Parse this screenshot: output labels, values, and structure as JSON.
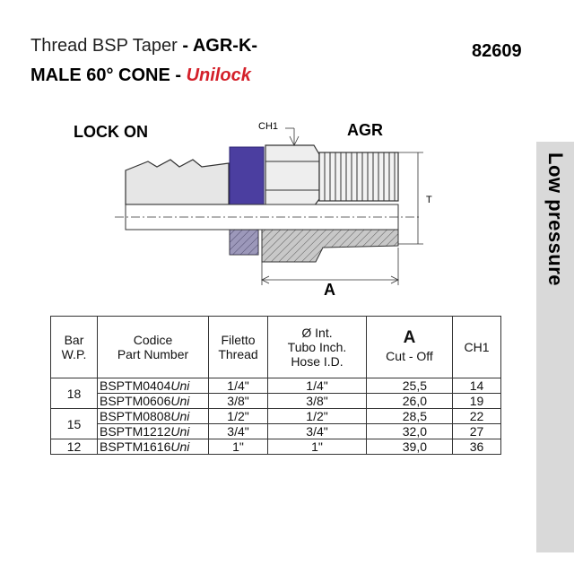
{
  "header": {
    "title_prefix": "Thread BSP Taper",
    "title_code": "- AGR-K-",
    "subtitle_main": "MALE 60° CONE -",
    "subtitle_accent": "Unilock",
    "product_number": "82609"
  },
  "side_tab": {
    "label": "Low pressure"
  },
  "drawing": {
    "lock_on_label": "LOCK ON",
    "agr_label": "AGR",
    "ch1_label": "CH1",
    "t_label": "T",
    "a_label": "A",
    "colors": {
      "ring": "#4b3ea0",
      "body": "#bdbdbd",
      "outline": "#333333"
    }
  },
  "table": {
    "headers": {
      "bar": [
        "Bar",
        "W.P."
      ],
      "code": [
        "Codice",
        "Part Number"
      ],
      "thread": [
        "Filetto",
        "Thread"
      ],
      "hose": [
        "Ø Int.",
        "Tubo Inch.",
        "Hose I.D."
      ],
      "a_big": "A",
      "a_sub": "Cut - Off",
      "ch1": "CH1"
    },
    "rows": [
      {
        "bar": "18",
        "pn": "BSPTM0404",
        "uni": "Uni",
        "thread": "1/4\"",
        "hose": "1/4\"",
        "a": "25,5",
        "ch1": "14"
      },
      {
        "bar": "",
        "pn": "BSPTM0606",
        "uni": "Uni",
        "thread": "3/8\"",
        "hose": "3/8\"",
        "a": "26,0",
        "ch1": "19"
      },
      {
        "bar": "15",
        "pn": "BSPTM0808",
        "uni": "Uni",
        "thread": "1/2\"",
        "hose": "1/2\"",
        "a": "28,5",
        "ch1": "22"
      },
      {
        "bar": "",
        "pn": "BSPTM1212",
        "uni": "Uni",
        "thread": "3/4\"",
        "hose": "3/4\"",
        "a": "32,0",
        "ch1": "27"
      },
      {
        "bar": "12",
        "pn": "BSPTM1616",
        "uni": "Uni",
        "thread": "1\"",
        "hose": "1\"",
        "a": "39,0",
        "ch1": "36"
      }
    ]
  }
}
